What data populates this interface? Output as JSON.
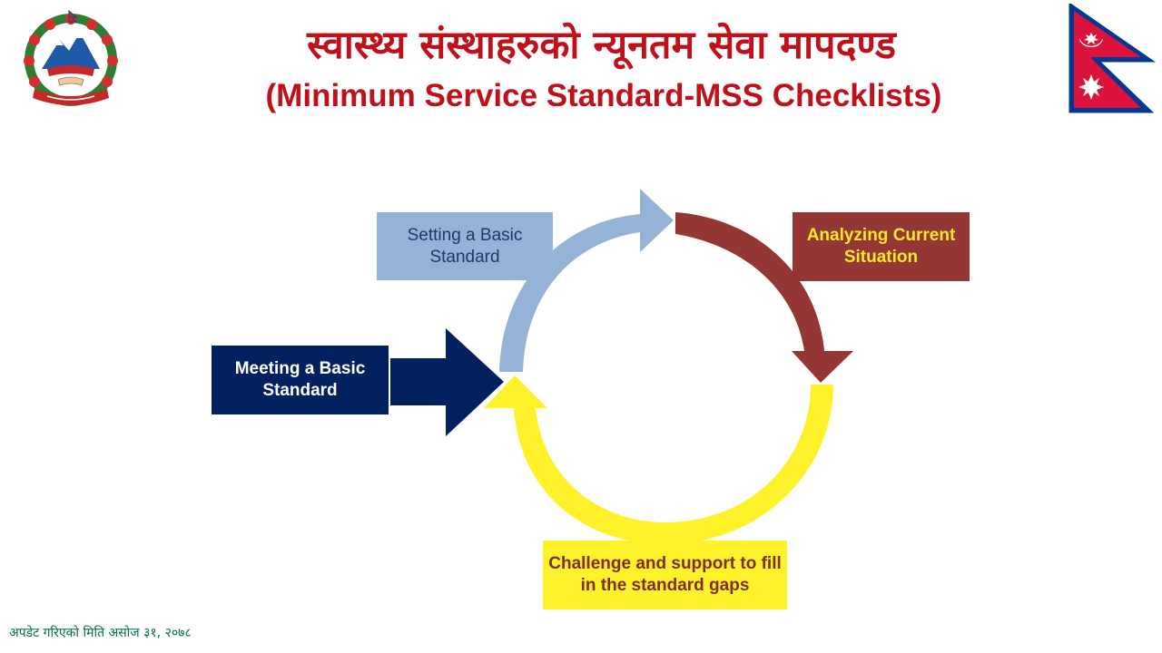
{
  "header": {
    "title_nepali": "स्वास्थ्य संस्थाहरुको न्यूनतम सेवा मापदण्ड",
    "title_english": "(Minimum Service Standard-MSS Checklists)"
  },
  "cycle": {
    "setting_label": "Setting a Basic Standard",
    "analyzing_label": "Analyzing Current Situation",
    "meeting_label": "Meeting a Basic Standard",
    "challenge_label": "Challenge and support to fill in the standard gaps"
  },
  "colors": {
    "title_red": "#c0111a",
    "blue_light": "#95b3d7",
    "maroon": "#943634",
    "yellow": "#fff22a",
    "navy": "#002060",
    "footer_green": "#00703c"
  },
  "icons": {
    "left": "nepal-government-emblem-icon",
    "right": "nepal-flag-icon"
  },
  "footer": {
    "updated_text": "अपडेट गरिएको मिति असोज ३१, २०७८"
  }
}
